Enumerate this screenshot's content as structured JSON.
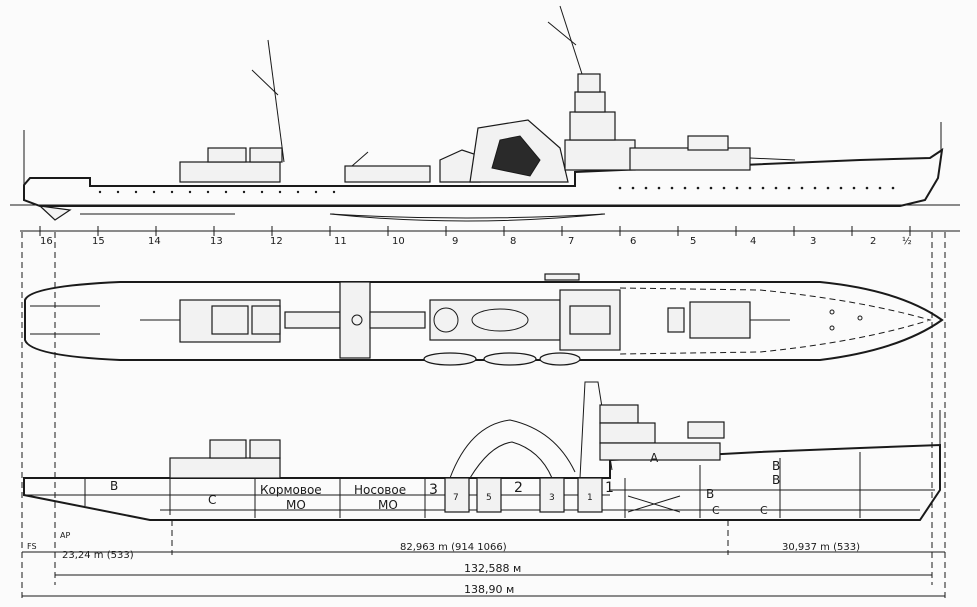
{
  "frame_numbers": [
    "16",
    "15",
    "14",
    "13",
    "12",
    "11",
    "10",
    "9",
    "8",
    "7",
    "6",
    "5",
    "4",
    "3",
    "2",
    "½"
  ],
  "compartments": {
    "kormovoe_line1": "Кормовое",
    "kormovoe_line2": "МО",
    "nosovoe_line1": "Носовое",
    "nosovoe_line2": "МО",
    "A": "A",
    "B": "B",
    "C": "C",
    "b1": "1",
    "b2": "2",
    "b3": "3",
    "b5": "5",
    "b7": "7",
    "b3b": "3",
    "b1b": "1"
  },
  "dimensions": {
    "fs": "FS",
    "ap": "AP",
    "aft": "23,24 m (533)",
    "mid": "82,963 m (914 1066)",
    "fwd": "30,937 m (533)",
    "lpp": "132,588 м",
    "loa": "138,90 м"
  }
}
